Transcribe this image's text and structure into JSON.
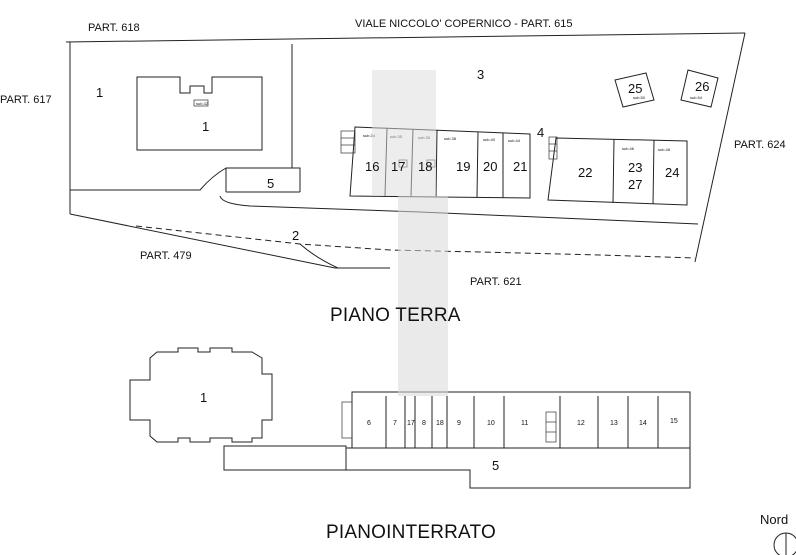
{
  "labels": {
    "part_618": "PART. 618",
    "viale": "VIALE NICCOLO' COPERNICO - PART. 615",
    "part_617": "PART. 617",
    "part_624": "PART. 624",
    "part_479": "PART. 479",
    "part_621": "PART. 621",
    "piano_terra": "PIANO TERRA",
    "piano_interrato": "PIANOINTERRATO",
    "nord": "Nord"
  },
  "ground_numbers": {
    "n1_left": "1",
    "n1_building": "1",
    "n2": "2",
    "n3": "3",
    "n4": "4",
    "n5": "5",
    "n16": "16",
    "n17": "17",
    "n18": "18",
    "n19": "19",
    "n20": "20",
    "n21": "21",
    "n22": "22",
    "n23": "23",
    "n24": "24",
    "n25": "25",
    "n26": "26",
    "n27": "27"
  },
  "basement_numbers": {
    "b1": "1",
    "b5": "5",
    "b6": "6",
    "b7": "7",
    "b17": "17",
    "b8": "8",
    "b18": "18",
    "b9": "9",
    "b10": "10",
    "b11": "11",
    "b12": "12",
    "b13": "13",
    "b14": "14",
    "b15": "15"
  }
}
